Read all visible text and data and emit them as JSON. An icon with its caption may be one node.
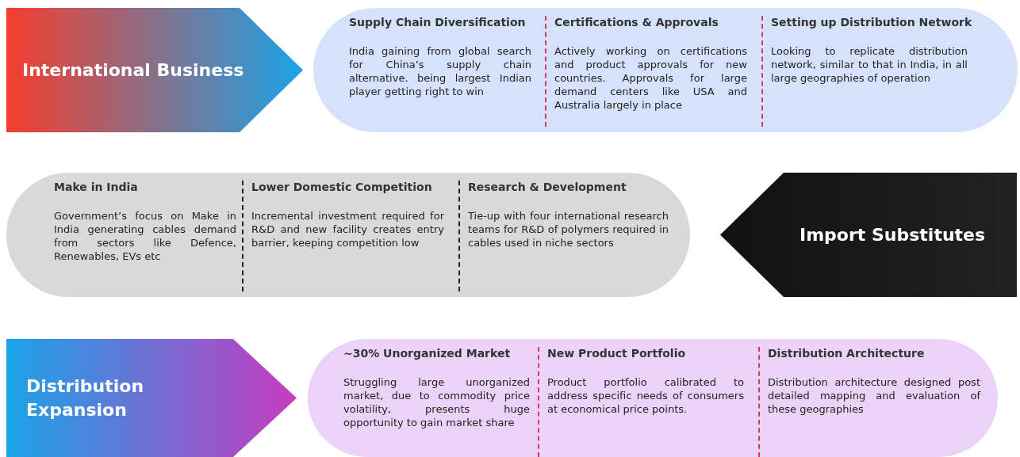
{
  "diagram": {
    "nodes": [
      {
        "text": [
          "International Business"
        ]
      },
      {
        "text": [],
        "shape": "box"
      },
      {
        "text": [
          "Supply Chain Diversification",
          "India gaining from global search for China’s supply chain alternative. being largest Indian player getting right to win"
        ],
        "in": 1
      },
      {
        "text": [
          "Certifications & Approvals",
          "Actively working on certifications and product approvals for new countries. Approvals for large demand centers like USA and Australia largely in place"
        ],
        "in": 1
      },
      {
        "text": [
          "Setting up Distribution Network",
          "Looking to replicate distribution network, similar to that in India, in all large geographies of operation"
        ],
        "in": 1
      },
      {
        "text": [],
        "shape": "box"
      },
      {
        "text": [
          "Make in India",
          "Government’s focus on Make in India generating cables demand from sectors like Defence, Renewables, EVs etc"
        ],
        "in": 5
      },
      {
        "text": [
          "Lower Domestic Competition",
          "Incremental investment required for R&D and new facility creates entry barrier, keeping competition low"
        ],
        "in": 5
      },
      {
        "text": [
          "Research & Development",
          "Tie-up with four international research teams for R&D of polymers required in cables used in niche sectors"
        ],
        "in": 5
      },
      {
        "text": [
          "Import Substitutes"
        ]
      },
      {
        "text": [
          "Distribution Expansion"
        ]
      },
      {
        "text": [],
        "shape": "box"
      },
      {
        "text": [
          "~30% Unorganized Market",
          "Struggling large unorganized market, due to commodity price volatility, presents huge opportunity to gain market share"
        ],
        "in": 11
      },
      {
        "text": [
          "New Product Portfolio",
          "Product portfolio calibrated to address specific needs of consumers at economical price points."
        ],
        "in": 11
      },
      {
        "text": [
          "Distribution Architecture",
          "Distribution architecture designed post detailed mapping and evaluation of these geographies"
        ],
        "in": 11
      }
    ],
    "edges": []
  }
}
